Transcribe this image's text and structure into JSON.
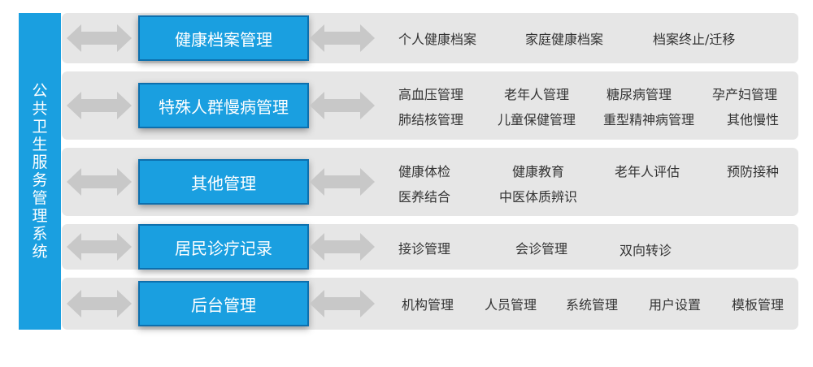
{
  "sidebar": {
    "title": "公共卫生服务管理系统"
  },
  "rows": [
    {
      "module": "健康档案管理",
      "lines": [
        [
          "个人健康档案",
          "家庭健康档案",
          "档案终止/迁移"
        ]
      ]
    },
    {
      "module": "特殊人群慢病管理",
      "lines": [
        [
          "高血压管理",
          "老年人管理",
          "糖尿病管理",
          "孕产妇管理"
        ],
        [
          "肺结核管理",
          "儿童保健管理",
          "重型精神病管理",
          "其他慢性"
        ]
      ]
    },
    {
      "module": "其他管理",
      "lines": [
        [
          "健康体检",
          "健康教育",
          "老年人评估",
          "预防接种"
        ],
        [
          "医养结合",
          "中医体质辨识"
        ]
      ]
    },
    {
      "module": "居民诊疗记录",
      "lines": [
        [
          "接诊管理",
          "会诊管理",
          "双向转诊"
        ]
      ]
    },
    {
      "module": "后台管理",
      "lines": [
        [
          "机构管理",
          "人员管理",
          "系统管理",
          "用户设置",
          "模板管理"
        ]
      ]
    }
  ],
  "colors": {
    "accent": "#1a9fe0",
    "row_background": "#e6e6e6",
    "arrow": "#c8c8c8",
    "text": "#333333"
  },
  "icons": {
    "connector": "double-arrow-icon"
  }
}
